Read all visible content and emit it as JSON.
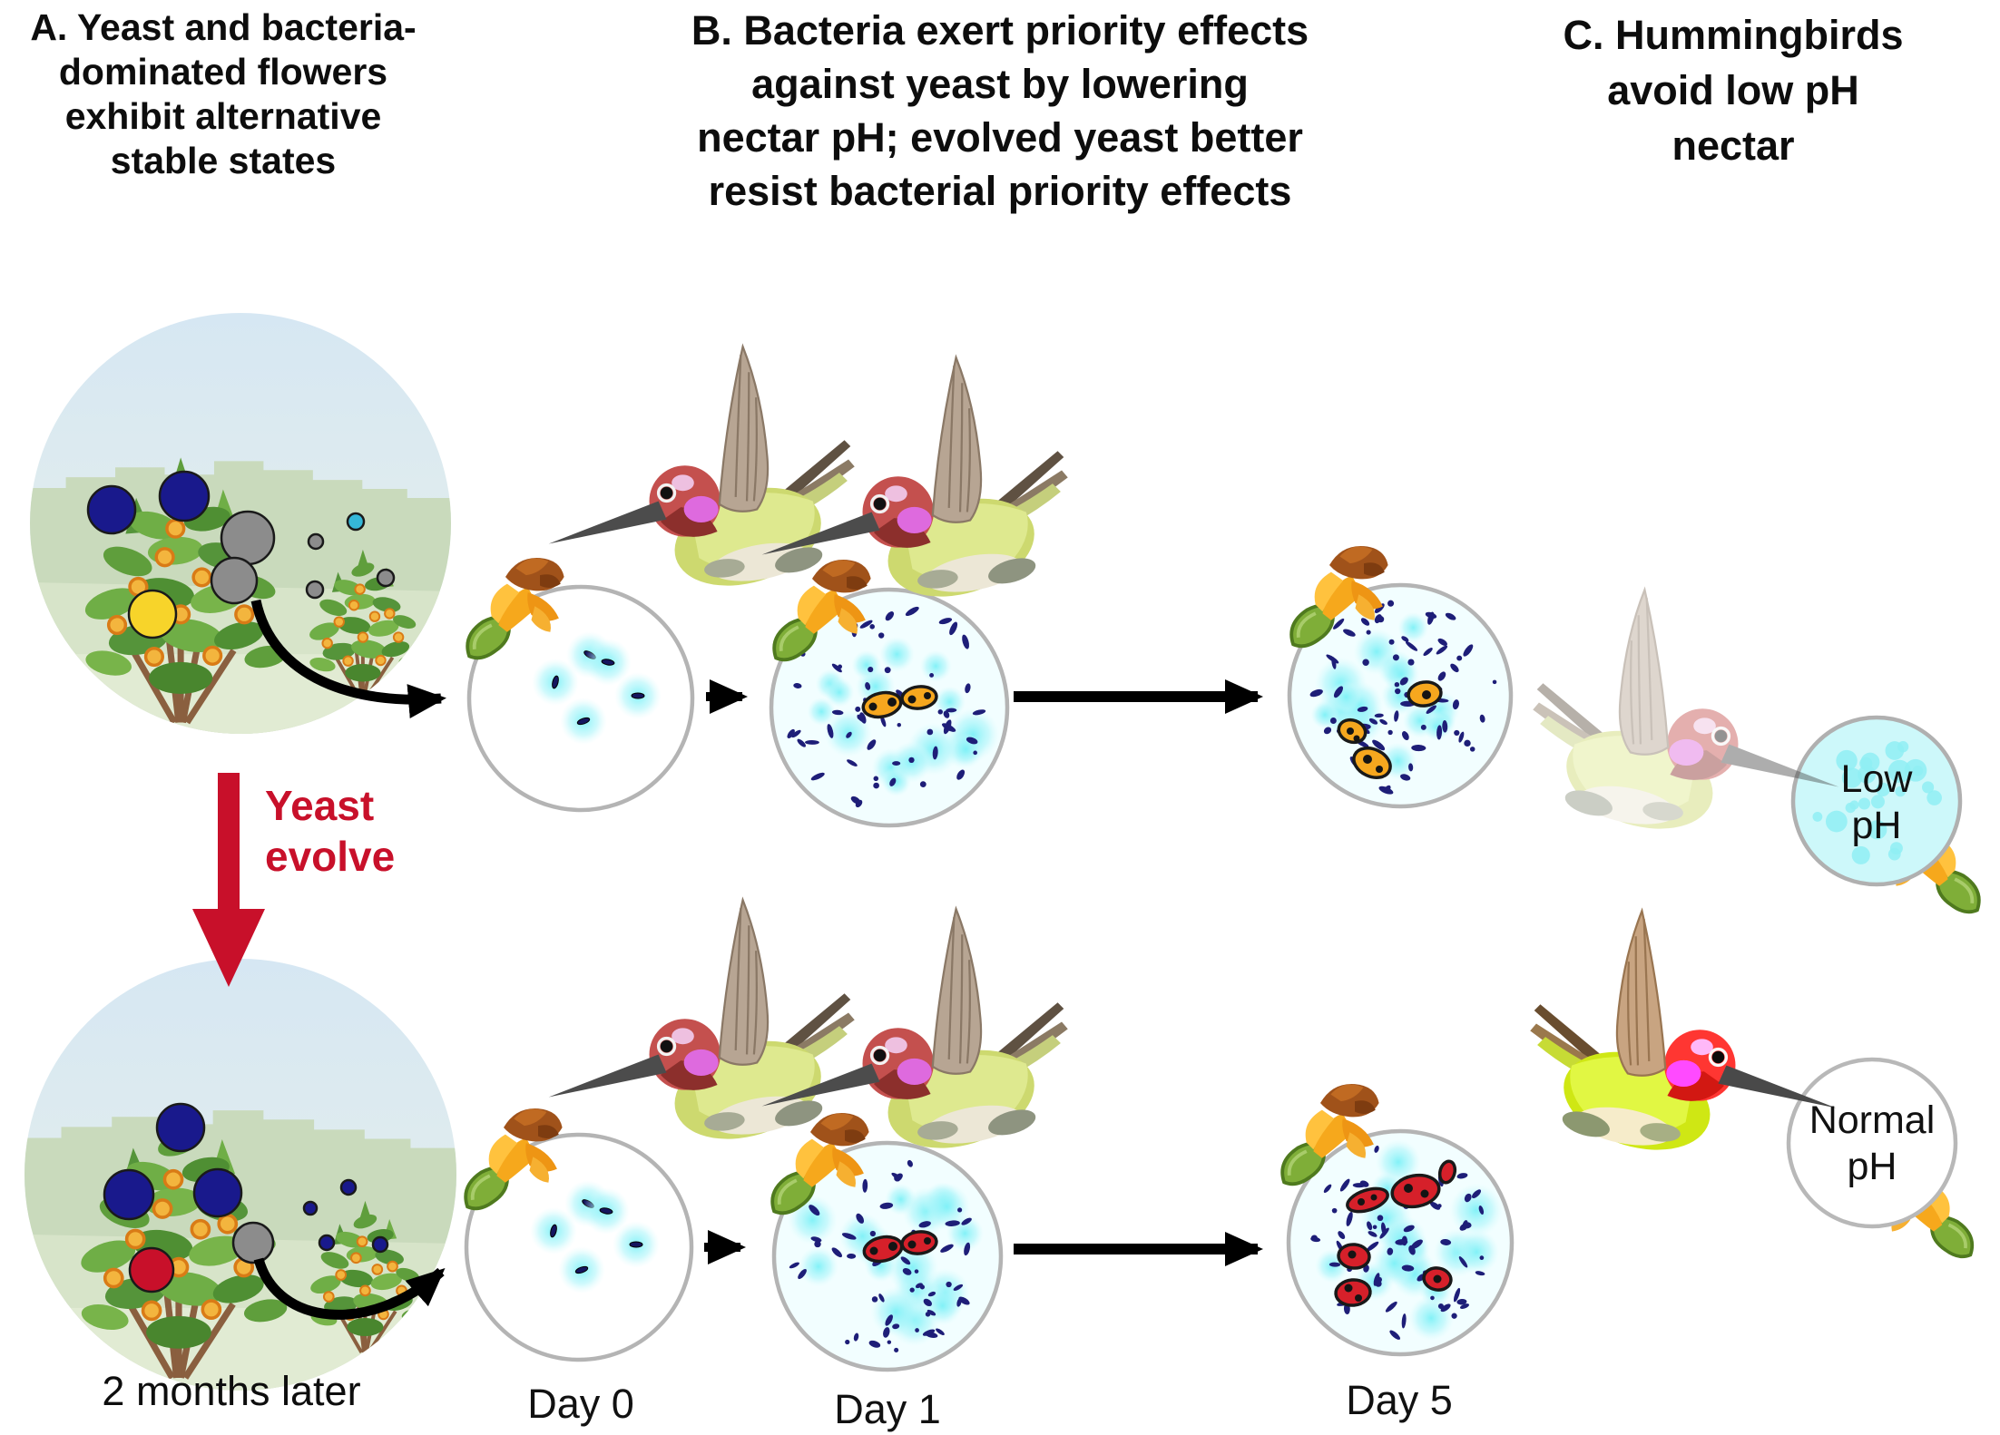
{
  "figure": {
    "panel_a": {
      "title_lines": [
        "A. Yeast and bacteria-",
        "dominated flowers",
        "exhibit alternative",
        "stable states"
      ],
      "yeast_evolve_lines": [
        "Yeast",
        "evolve"
      ],
      "two_months_label": "2 months later"
    },
    "panel_b": {
      "title_lines": [
        "B. Bacteria exert priority effects",
        "against yeast by lowering",
        "nectar pH; evolved yeast better",
        "resist bacterial priority effects"
      ],
      "day_labels": [
        "Day 0",
        "Day 1",
        "Day 5"
      ]
    },
    "panel_c": {
      "title_lines": [
        "C. Hummingbirds",
        "avoid low pH",
        "nectar"
      ],
      "low_ph_lines": [
        "Low",
        "pH"
      ],
      "normal_ph_lines": [
        "Normal",
        "pH"
      ]
    },
    "colors": {
      "accent_red": "#c8102a",
      "bacteria_navy": "#1e1e78",
      "nectar_cyan": "#7df1f7",
      "yeast_orange": "#f6a71e",
      "evolved_yeast_red": "#d6202a",
      "dot_navy": "#19198c",
      "dot_gray": "#8c8c8c",
      "dot_yellow": "#f7d42a",
      "dot_cyan": "#35b8d9"
    }
  }
}
